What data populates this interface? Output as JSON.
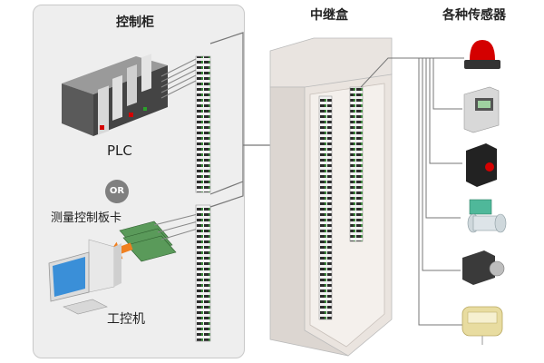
{
  "control_cabinet": {
    "title": "控制柜",
    "plc_label": "PLC",
    "or_label": "OR",
    "card_label": "测量控制板卡",
    "ipc_label": "工控机"
  },
  "relay_box": {
    "title": "中继盒"
  },
  "sensors": {
    "title": "各种传感器",
    "items": [
      {
        "name": "alarm-light-icon"
      },
      {
        "name": "display-meter-icon"
      },
      {
        "name": "photoelectric-sensor-icon"
      },
      {
        "name": "flow-meter-icon"
      },
      {
        "name": "motor-icon"
      },
      {
        "name": "indicator-panel-icon"
      }
    ]
  },
  "colors": {
    "panel_bg": "#eeeeee",
    "line": "#777777",
    "alarm_red": "#d40000",
    "terminal_green": "#3a8a3a",
    "card_green": "#5a9a5a",
    "arrow_orange": "#f08020",
    "screen_blue": "#3a8fd8"
  }
}
